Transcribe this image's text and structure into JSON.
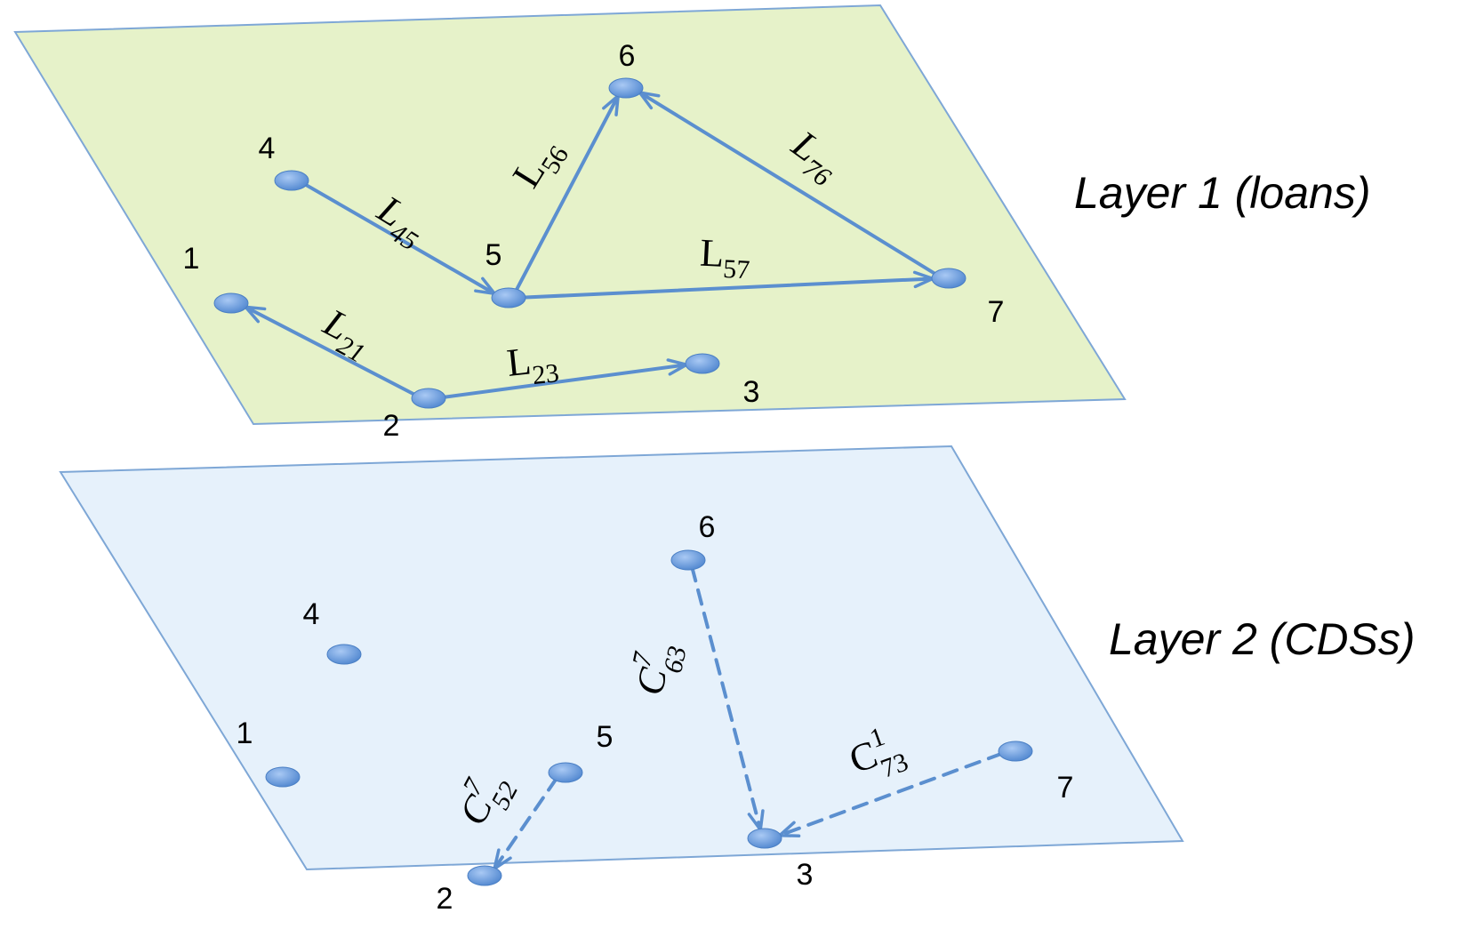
{
  "layers": [
    {
      "title": "Layer 1 (loans)",
      "fill_color": "#e6f2c9",
      "nodes": [
        "1",
        "2",
        "3",
        "4",
        "5",
        "6",
        "7"
      ],
      "edges": [
        {
          "from": "4",
          "to": "5",
          "symbol": "L",
          "sub": "45",
          "italic": true,
          "style": "solid"
        },
        {
          "from": "5",
          "to": "6",
          "symbol": "L",
          "sub": "56",
          "italic": false,
          "style": "solid"
        },
        {
          "from": "7",
          "to": "6",
          "symbol": "L",
          "sub": "76",
          "italic": true,
          "style": "solid"
        },
        {
          "from": "5",
          "to": "7",
          "symbol": "L",
          "sub": "57",
          "italic": false,
          "style": "solid"
        },
        {
          "from": "2",
          "to": "1",
          "symbol": "L",
          "sub": "21",
          "italic": true,
          "style": "solid"
        },
        {
          "from": "2",
          "to": "3",
          "symbol": "L",
          "sub": "23",
          "italic": false,
          "style": "solid"
        }
      ]
    },
    {
      "title": "Layer 2 (CDSs)",
      "fill_color": "#e6f1fb",
      "nodes": [
        "1",
        "2",
        "3",
        "4",
        "5",
        "6",
        "7"
      ],
      "edges": [
        {
          "from": "6",
          "to": "3",
          "symbol": "C",
          "sup": "7",
          "sub": "63",
          "italic": true,
          "style": "dashed"
        },
        {
          "from": "5",
          "to": "2",
          "symbol": "C",
          "sup": "7",
          "sub": "52",
          "italic": true,
          "style": "dashed"
        },
        {
          "from": "7",
          "to": "3",
          "symbol": "C",
          "sup": "1",
          "sub": "73",
          "italic": false,
          "style": "dashed"
        }
      ]
    }
  ],
  "colors": {
    "edge": "#5b8fcf",
    "node": "#6a9ee0",
    "plane_border": "#7ea7d6"
  }
}
